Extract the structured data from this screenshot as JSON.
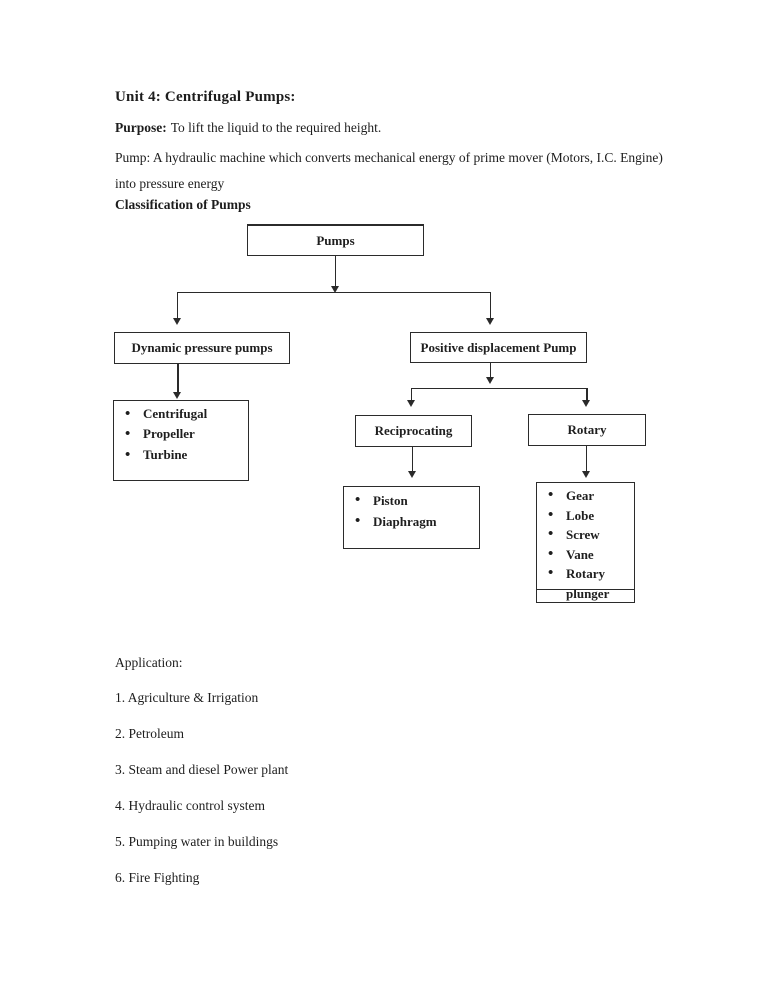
{
  "colors": {
    "text": "#1d1d1d",
    "line": "#2a2a2a",
    "background": "#ffffff"
  },
  "document": {
    "title": "Unit 4: Centrifugal Pumps:",
    "purpose_label": "Purpose:",
    "purpose_text": "To lift the liquid to the required height.",
    "pump_definition": "Pump: A hydraulic machine which converts mechanical energy of prime mover (Motors, I.C. Engine) into pressure energy",
    "classification_heading": "Classification of Pumps"
  },
  "flowchart": {
    "root": {
      "label": "Pumps"
    },
    "dynamic": {
      "label": "Dynamic pressure pumps",
      "items": [
        "Centrifugal",
        "Propeller",
        "Turbine"
      ]
    },
    "positive": {
      "label": "Positive displacement Pump"
    },
    "reciprocating": {
      "label": "Reciprocating",
      "items": [
        "Piston",
        "Diaphragm"
      ]
    },
    "rotary": {
      "label": "Rotary",
      "items": [
        "Gear",
        "Lobe",
        "Screw",
        "Vane",
        "Rotary plunger"
      ]
    }
  },
  "application": {
    "heading": "Application:",
    "items": [
      "1. Agriculture & Irrigation",
      "2. Petroleum",
      "3. Steam and diesel Power plant",
      "4. Hydraulic control system",
      "5. Pumping water in buildings",
      "6. Fire Fighting"
    ]
  }
}
